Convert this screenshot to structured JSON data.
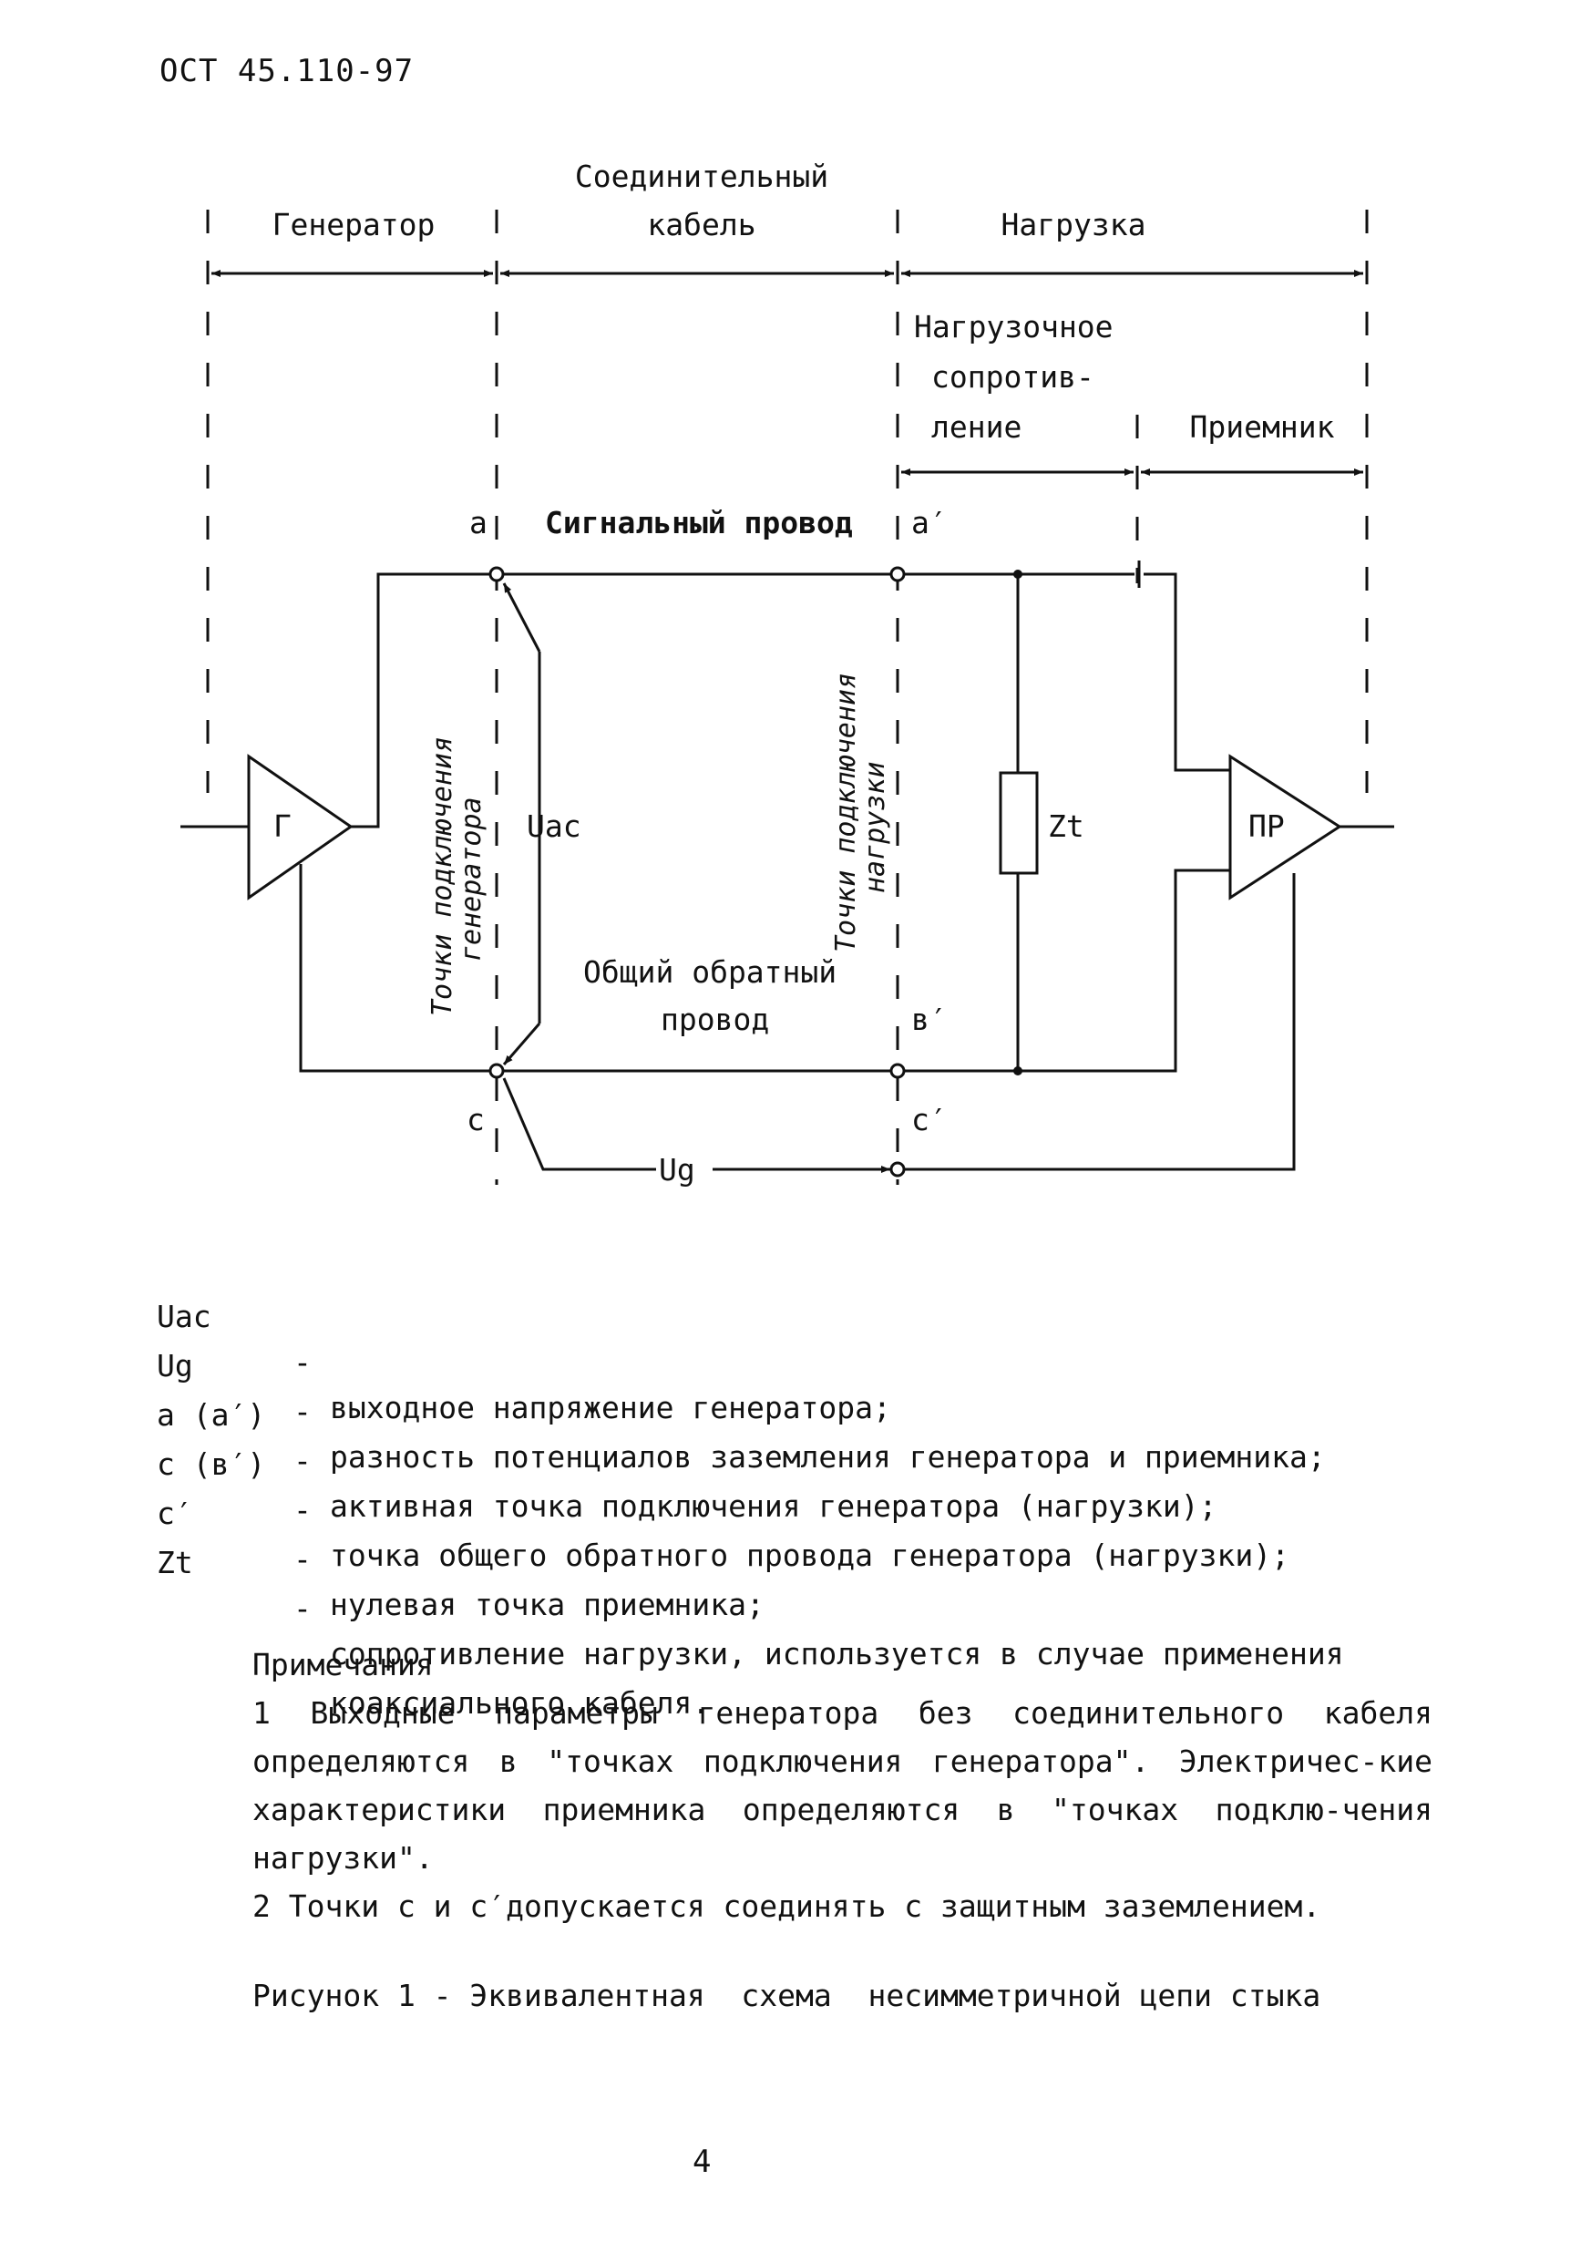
{
  "doc_code": "ОСТ 45.110-97",
  "diagram": {
    "sections": {
      "generator": "Генератор",
      "cable_line1": "Соединительный",
      "cable_line2": "кабель",
      "load": "Нагрузка",
      "load_resistance_line1": "Нагрузочное",
      "load_resistance_line2": "сопротив-",
      "load_resistance_line3": "ление",
      "receiver": "Приемник"
    },
    "signal_wire": "Сигнальный провод",
    "return_wire_line1": "Общий  обратный",
    "return_wire_line2": "провод",
    "points": {
      "a": "a",
      "a_prime": "a′",
      "b_prime": "в′",
      "c": "c",
      "c_prime": "c′"
    },
    "generator_label": "Г",
    "receiver_label": "ПР",
    "uac": "Uac",
    "ug": "Ug",
    "zt": "Zt",
    "gen_points_line1": "Точки подключения",
    "gen_points_line2": "генератора",
    "load_points_line1": "Точки подключения",
    "load_points_line2": "нагрузки"
  },
  "legend": [
    {
      "symbol": "Uac",
      "dash": "-",
      "desc": "выходное напряжение генератора;"
    },
    {
      "symbol": "Ug",
      "dash": "-",
      "desc": "разность потенциалов заземления генератора и приемника;"
    },
    {
      "symbol": "a (a′)",
      "dash": "-",
      "desc": "активная точка подключения генератора (нагрузки);"
    },
    {
      "symbol": "c (в′)",
      "dash": "-",
      "desc": "точка общего обратного провода генератора (нагрузки);"
    },
    {
      "symbol": "c′",
      "dash": "-",
      "desc": "нулевая точка приемника;"
    },
    {
      "symbol": "Zt",
      "dash": "-",
      "desc": "сопротивление нагрузки, используется в случае применения"
    },
    {
      "symbol": "",
      "dash": "",
      "desc": "коаксиального кабеля."
    }
  ],
  "notes": {
    "heading": "Примечания",
    "note1": "1 Выходные параметры генератора без  соединительного  кабеля определяются в \"точках подключения генератора\".  Электричес-кие характеристики приемника определяются в \"точках  подклю-чения нагрузки\".",
    "note2": "2 Точки с и с′допускается соединять с защитным заземлением."
  },
  "caption": "Рисунок 1 - Эквивалентная  схема  несимметричной цепи стыка",
  "page_number": "4"
}
